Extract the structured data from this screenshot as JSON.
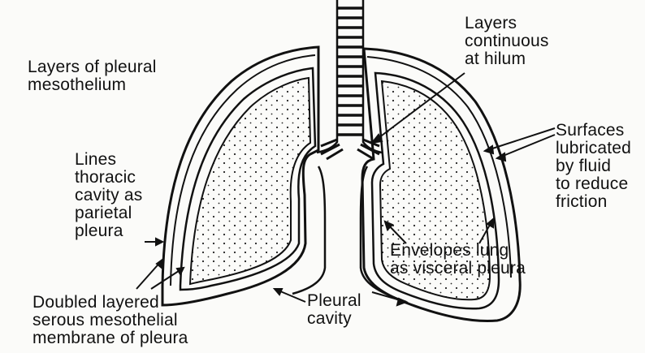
{
  "labels": {
    "layers_pleural": [
      "Layers of pleural",
      "mesothelium"
    ],
    "layers_continuous": [
      "Layers",
      "continuous",
      "at hilum"
    ],
    "surfaces": [
      "Surfaces",
      "lubricated",
      "by fluid",
      "to reduce",
      "friction"
    ],
    "lines_thoracic": [
      "Lines",
      "thoracic",
      "cavity as",
      "parietal",
      "pleura"
    ],
    "envelopes": [
      "Envelopes lung",
      "as visceral pleura"
    ],
    "doubled": [
      "Doubled layered",
      "serous mesothelial",
      "membrane of pleura"
    ],
    "pleural_cavity": [
      "Pleural",
      "cavity"
    ]
  },
  "colors": {
    "ink": "#111111",
    "paper": "#fbfbf9"
  }
}
